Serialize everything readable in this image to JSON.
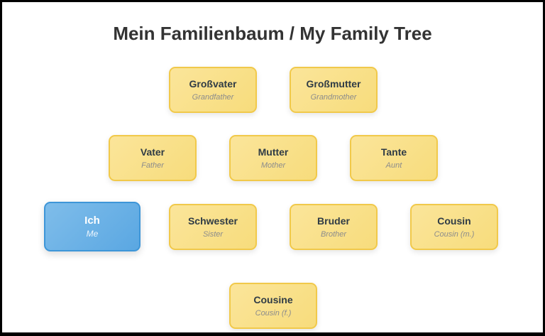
{
  "title": "Mein Familienbaum / My Family Tree",
  "colors": {
    "card_fill": "#f9e08a",
    "card_border": "#f1c94a",
    "self_fill": "#6cb2e6",
    "self_border": "#3e96d8",
    "title_text": "#333333"
  },
  "tree": {
    "grandparents": [
      {
        "name": "Großvater",
        "translation": "Grandfather"
      },
      {
        "name": "Großmutter",
        "translation": "Grandmother"
      }
    ],
    "parents": [
      {
        "name": "Vater",
        "translation": "Father"
      },
      {
        "name": "Mutter",
        "translation": "Mother"
      },
      {
        "name": "Tante",
        "translation": "Aunt"
      }
    ],
    "generation": [
      {
        "name": "Ich",
        "translation": "Me",
        "highlighted": true
      },
      {
        "name": "Schwester",
        "translation": "Sister"
      },
      {
        "name": "Bruder",
        "translation": "Brother"
      },
      {
        "name": "Cousin",
        "translation": "Cousin (m.)"
      }
    ],
    "extra": [
      {
        "name": "Cousine",
        "translation": "Cousin (f.)"
      }
    ]
  }
}
